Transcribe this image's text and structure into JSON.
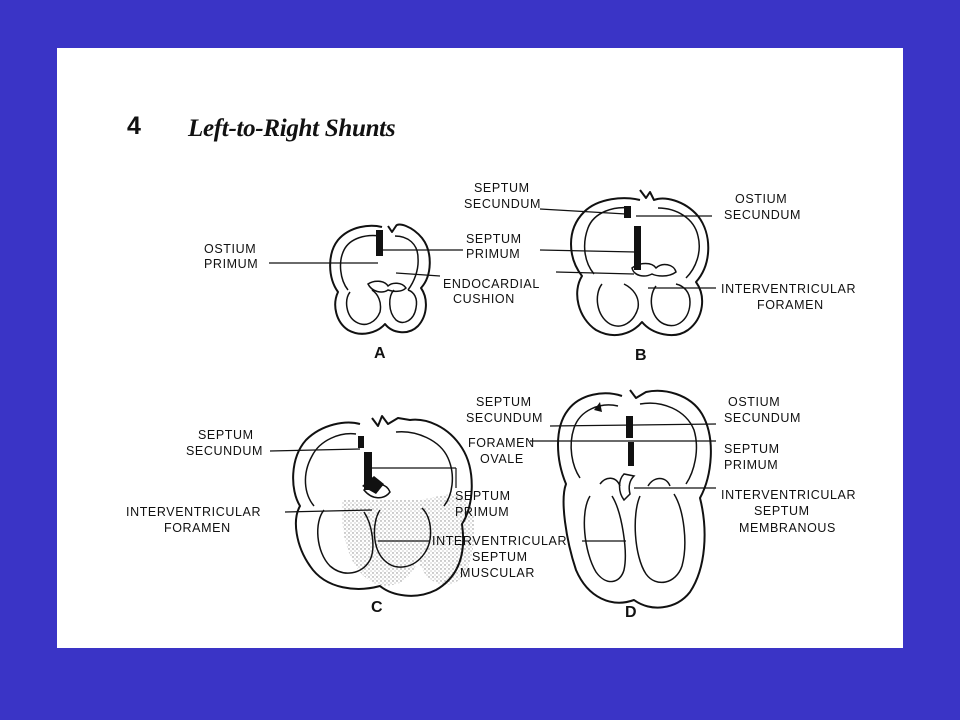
{
  "header": {
    "number": "4",
    "title": "Left-to-Right Shunts"
  },
  "labels": {
    "a_ostium_primum": [
      "OSTIUM",
      "PRIMUM"
    ],
    "ab_septum_primum": [
      "SEPTUM",
      "PRIMUM"
    ],
    "ab_endocardial_cushion": [
      "ENDOCARDIAL",
      "CUSHION"
    ],
    "b_septum_secundum": [
      "SEPTUM",
      "SECUNDUM"
    ],
    "b_ostium_secundum": [
      "OSTIUM",
      "SECUNDUM"
    ],
    "b_interventricular_foramen": [
      "INTERVENTRICULAR",
      "FORAMEN"
    ],
    "c_septum_secundum": [
      "SEPTUM",
      "SECUNDUM"
    ],
    "c_septum_primum": [
      "SEPTUM",
      "PRIMUM"
    ],
    "c_interventricular_foramen": [
      "INTERVENTRICULAR",
      "FORAMEN"
    ],
    "cd_interventricular_septum_muscular": [
      "INTERVENTRICULAR",
      "SEPTUM",
      "MUSCULAR"
    ],
    "d_septum_secundum": [
      "SEPTUM",
      "SECUNDUM"
    ],
    "d_foramen_ovale": [
      "FORAMEN",
      "OVALE"
    ],
    "d_ostium_secundum": [
      "OSTIUM",
      "SECUNDUM"
    ],
    "d_septum_primum": [
      "SEPTUM",
      "PRIMUM"
    ],
    "d_interventricular_septum_membranous": [
      "INTERVENTRICULAR",
      "SEPTUM",
      "MEMBRANOUS"
    ]
  },
  "panels": {
    "a": "A",
    "b": "B",
    "c": "C",
    "d": "D"
  }
}
